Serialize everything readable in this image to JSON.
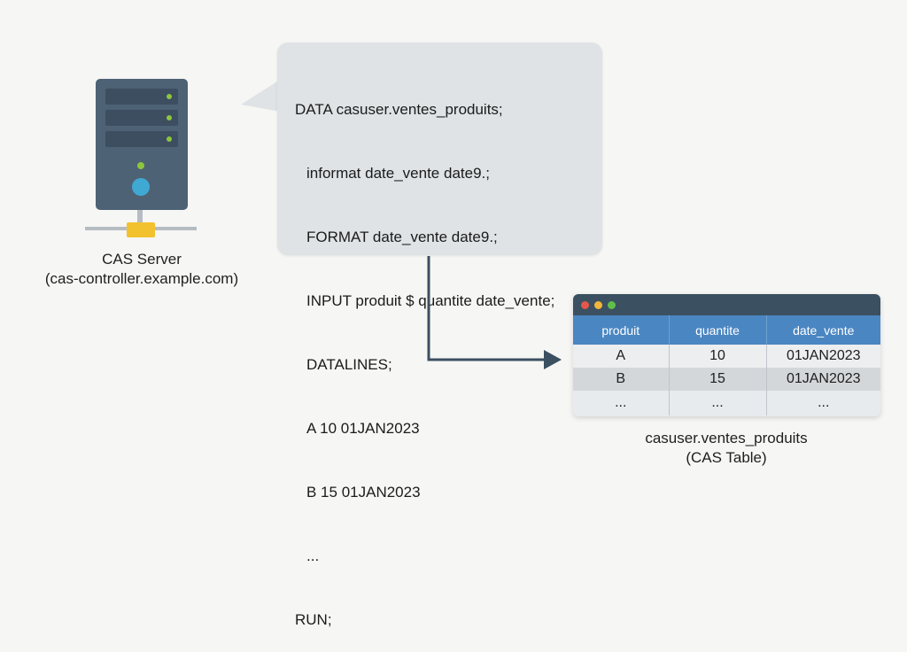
{
  "server": {
    "name": "CAS Server",
    "host": "(cas-controller.example.com)"
  },
  "code": {
    "lines": [
      "DATA casuser.ventes_produits;",
      "informat date_vente date9.;",
      "FORMAT date_vente date9.;",
      "INPUT produit $ quantite date_vente;",
      "DATALINES;",
      "A 10 01JAN2023",
      "B 15 01JAN2023",
      "...",
      "RUN;"
    ]
  },
  "table": {
    "columns": [
      "produit",
      "quantite",
      "date_vente"
    ],
    "rows": [
      [
        "A",
        "10",
        "01JAN2023"
      ],
      [
        "B",
        "15",
        "01JAN2023"
      ],
      [
        "...",
        "...",
        "..."
      ]
    ],
    "name": "casuser.ventes_produits",
    "subtitle": "(CAS Table)"
  },
  "colors": {
    "server_body": "#4e6275",
    "led_green": "#8cc63f",
    "power_blue": "#3fa9d4",
    "hub_yellow": "#f2c12e",
    "bubble_bg": "#dfe3e6",
    "arrow": "#3b5060",
    "table_header": "#4a86c2"
  }
}
